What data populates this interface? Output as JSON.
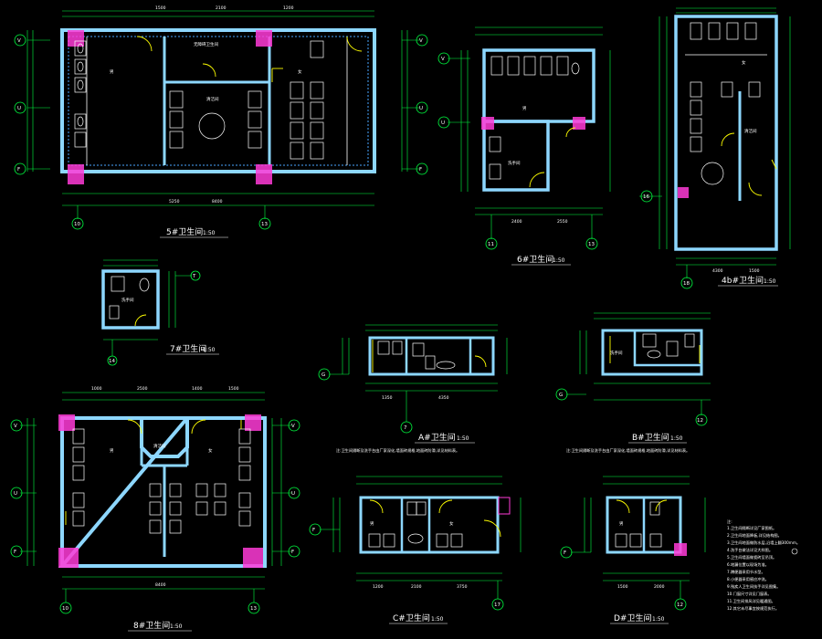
{
  "drawing": {
    "background": "#000000",
    "colors": {
      "wall": "#8dd7ff",
      "dim": "#00ff41",
      "fixture": "#ffffff",
      "door": "#ffff00",
      "column": "#ff3bd7",
      "hatch": "#49a6ff",
      "axis": "#00ff41",
      "text": "#ffffff"
    }
  },
  "plans": [
    {
      "id": "p5",
      "title": "5#卫生间",
      "scale": "1:50",
      "axes": [
        "10",
        "13"
      ],
      "row_axes": [
        "V",
        "U",
        "F"
      ]
    },
    {
      "id": "p6",
      "title": "6#卫生间",
      "scale": "1:50",
      "axes": [
        "11",
        "13"
      ],
      "row_axes": [
        "V",
        "U",
        "F"
      ]
    },
    {
      "id": "p4b",
      "title": "4b#卫生间",
      "scale": "1:50",
      "axes": [
        "18"
      ],
      "row_axes": [
        "16"
      ]
    },
    {
      "id": "p7",
      "title": "7#卫生间",
      "scale": "1:50",
      "axes": [
        "14"
      ],
      "row_axes": [
        "T"
      ]
    },
    {
      "id": "p8",
      "title": "8#卫生间",
      "scale": "1:50",
      "axes": [
        "10",
        "13"
      ],
      "row_axes": [
        "V",
        "U",
        "F"
      ]
    },
    {
      "id": "pA",
      "title": "A#卫生间",
      "scale": "1:50",
      "axes": [
        "7"
      ],
      "row_axes": [
        "G"
      ]
    },
    {
      "id": "pB",
      "title": "B#卫生间",
      "scale": "1:50",
      "axes": [
        "12"
      ],
      "row_axes": [
        "G"
      ]
    },
    {
      "id": "pC",
      "title": "C#卫生间",
      "scale": "1:50",
      "axes": [
        "17"
      ],
      "row_axes": [
        "F"
      ]
    },
    {
      "id": "pD",
      "title": "D#卫生间",
      "scale": "1:50",
      "axes": [
        "12"
      ],
      "row_axes": [
        "F"
      ]
    }
  ],
  "rooms": {
    "male": "男",
    "female": "女",
    "janitor": "清洁间",
    "accessible": "无障碍卫生间",
    "wash": "洗手间"
  },
  "dims": {
    "d5_total": "8400",
    "d5_a": "1500",
    "d5_b": "2100",
    "d5_c": "1200",
    "d5_d": "5250",
    "d8_total": "8400",
    "d8_a": "1000",
    "d8_b": "2500",
    "d8_c": "1400",
    "d8_d": "1500",
    "d6_a": "2400",
    "d6_b": "2550",
    "d4_a": "4300",
    "d4_b": "1500",
    "dA_a": "1350",
    "dA_b": "4350",
    "dC_a": "1200",
    "dC_b": "2100",
    "dC_c": "3750",
    "dD_a": "1500",
    "dD_b": "2000"
  },
  "notes_block": {
    "header": "注:",
    "lines": [
      "1.卫生间隔断详见厂家图纸。",
      "2.卫生间地面降板,详见结构图。",
      "3.卫生间地面做防水层,沿墙上翻300mm。",
      "4.洗手台做法详见大样图。",
      "5.卫生间墙面做瓷砖至吊顶。",
      "6.地漏位置以现场为准。",
      "7.蹲便器采用节水型。",
      "8.小便器采用感应冲洗。",
      "9.残疾人卫生间扶手详见图集。",
      "10.门窗尺寸详见门窗表。",
      "11.卫生间排风详见暖通图。",
      "12.其它未尽事宜按规范执行。"
    ]
  },
  "section_notes": {
    "A": "注:卫生间隔断及洗手台由厂家深化,墙面砖规格,地面砖防滑,详见材料表。",
    "B": "注:卫生间隔断及洗手台由厂家深化,墙面砖规格,地面砖防滑,详见材料表。"
  }
}
